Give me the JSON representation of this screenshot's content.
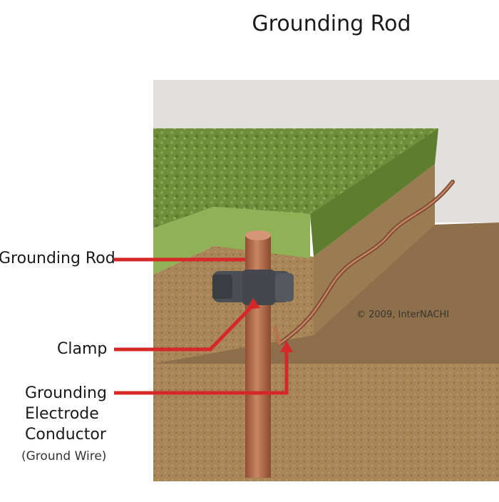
{
  "title": "Grounding Rod",
  "labels": {
    "grounding_rod": "Grounding Rod",
    "clamp": "Clamp",
    "conductor_line1": "Grounding",
    "conductor_line2": "Electrode",
    "conductor_line3": "Conductor",
    "conductor_note": "(Ground Wire)"
  },
  "copyright": "© 2009, InterNACHI",
  "colors": {
    "leader_red": "#d62828",
    "grass": "#6a8a3a",
    "soil": "#8a6a45",
    "copper": "#b8724e",
    "clamp": "#4a4d52",
    "wall": "#e3e2de"
  }
}
